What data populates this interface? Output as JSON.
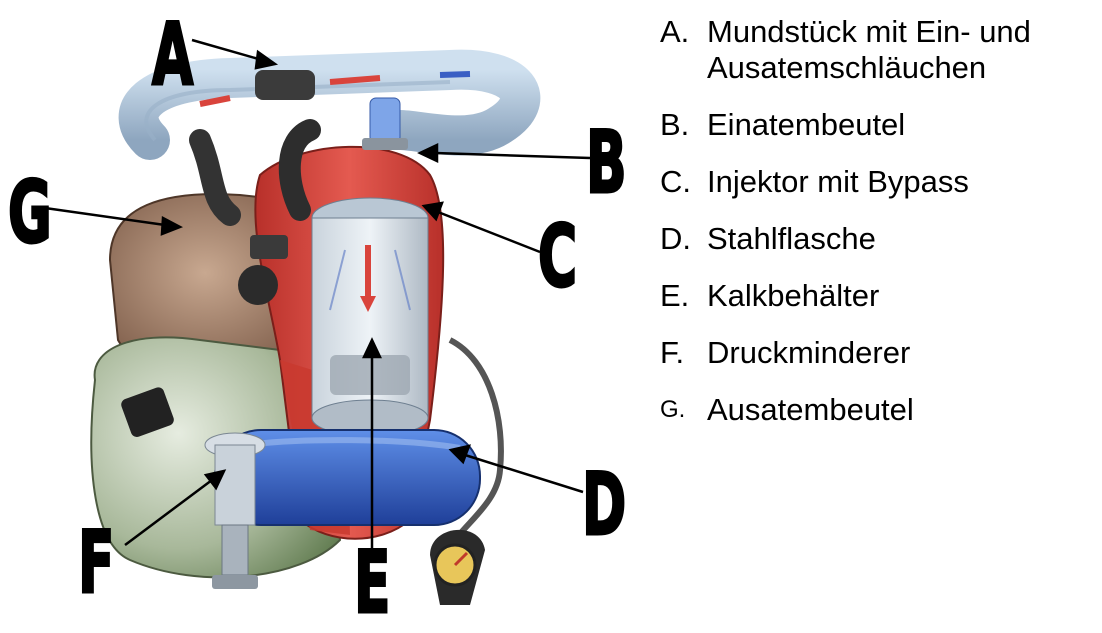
{
  "legend": {
    "items": [
      {
        "key": "A.",
        "text": "Mundstück mit Ein- und Ausatemschläuchen"
      },
      {
        "key": "B.",
        "text": "Einatembeutel"
      },
      {
        "key": "C.",
        "text": "Injektor mit Bypass"
      },
      {
        "key": "D.",
        "text": "Stahlflasche"
      },
      {
        "key": "E.",
        "text": "Kalkbehälter"
      },
      {
        "key": "F.",
        "text": "Druckminderer"
      },
      {
        "key": "G.",
        "text": "Ausatembeutel"
      }
    ]
  },
  "callouts": {
    "a": "A",
    "b": "B",
    "c": "C",
    "d": "D",
    "e": "E",
    "f": "F",
    "g": "G"
  },
  "colors": {
    "breathing_bag_red": "#d9443c",
    "cylinder_blue": "#2f5fc4",
    "exhale_bag_brown": "#8a6a55",
    "canister_gray": "#b9c3cc",
    "hose_dark": "#3a3a3a"
  }
}
